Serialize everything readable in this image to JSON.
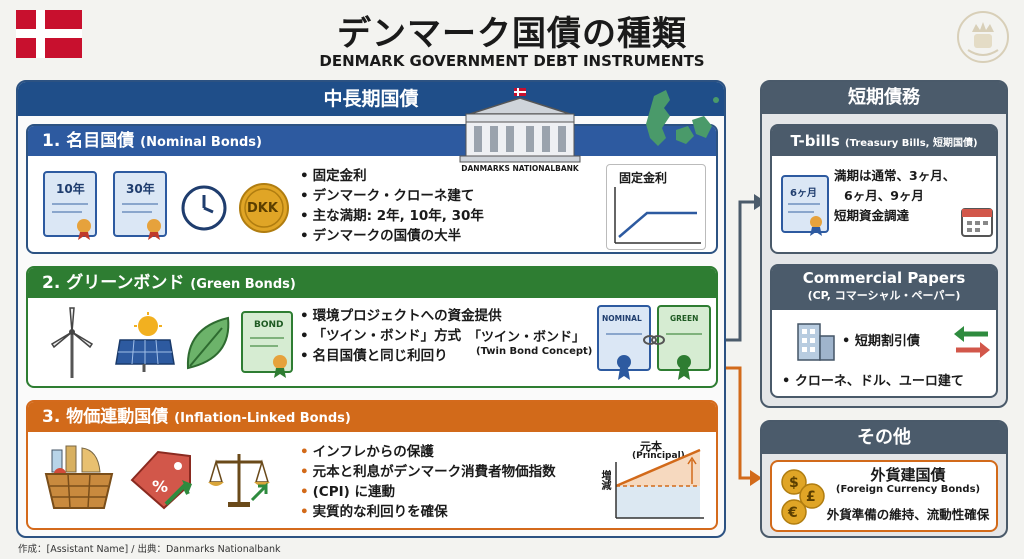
{
  "header": {
    "title": "デンマーク国債の種類",
    "subtitle": "DENMARK GOVERNMENT DEBT INSTRUMENTS"
  },
  "left_panel": {
    "title": "中長期国債",
    "bank_label": "DANMARKS NATIONALBANK",
    "nominal": {
      "title_jp": "1. 名目国債",
      "title_en": "(Nominal Bonds)",
      "icons": {
        "cert_10": "10年",
        "cert_30": "30年",
        "coin": "DKK"
      },
      "bullets": [
        "固定金利",
        "デンマーク・クローネ建て",
        "主な満期: 2年, 10年, 30年",
        "デンマークの国債の大半"
      ],
      "chart_label": "固定金利"
    },
    "green": {
      "title_jp": "2. グリーンボンド",
      "title_en": "(Green Bonds)",
      "bond_label": "BOND",
      "bullets": [
        "環境プロジェクトへの資金提供",
        "「ツイン・ボンド」方式",
        "名目国債と同じ利回り"
      ],
      "twin_title": "「ツイン・ボンド」",
      "twin_en": "(Twin Bond Concept)",
      "twin_nominal": "NOMINAL",
      "twin_green": "GREEN"
    },
    "inflation": {
      "title_jp": "3. 物価連動国債",
      "title_en": "(Inflation-Linked Bonds)",
      "bullets": [
        "インフレからの保護",
        "元本と利息がデンマーク消費者物価指数",
        "(CPI) に連動",
        "実質的な利回りを確保"
      ],
      "chart_label": "元本",
      "chart_label_en": "(Principal)",
      "axis_label": "増減"
    }
  },
  "short_term": {
    "title": "短期債務",
    "tbills": {
      "title": "T-bills",
      "title_en": "(Treasury Bills, 短期国債)",
      "cert_label": "6ヶ月",
      "bullets": [
        "満期は通常、3ヶ月、",
        "6ヶ月、9ヶ月",
        "短期資金調達"
      ]
    },
    "cp": {
      "title": "Commercial Papers",
      "subtitle": "(CP, コマーシャル・ペーパー)",
      "bullets": [
        "短期割引債",
        "クローネ、ドル、ユーロ建て"
      ]
    }
  },
  "other": {
    "title": "その他",
    "fx_title": "外貨建国債",
    "fx_en": "(Foreign Currency Bonds)",
    "fx_desc": "外貨準備の維持、流動性確保"
  },
  "footer": "作成：[Assistant Name] / 出典：Danmarks Nationalbank",
  "colors": {
    "navy": "#1f4e89",
    "green": "#2e7d32",
    "orange": "#d26a1a",
    "slate": "#4b5b6b",
    "flag_red": "#c8102e"
  }
}
